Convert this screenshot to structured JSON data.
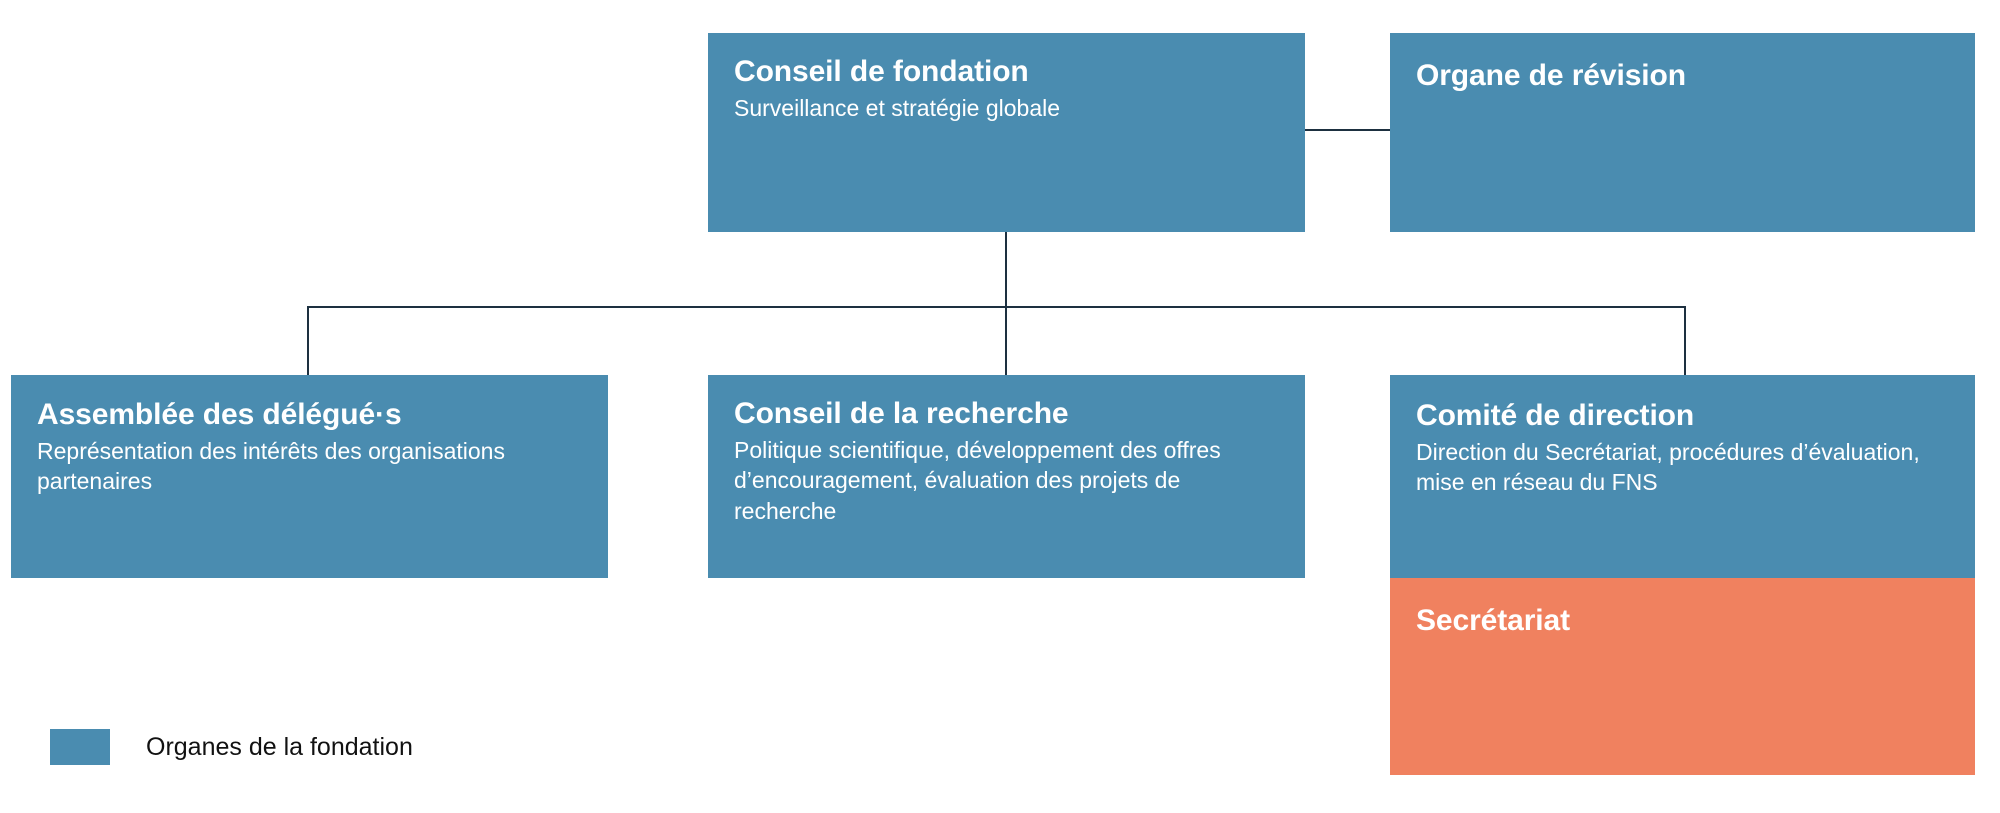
{
  "colors": {
    "foundation_organ": "#4a8cb0",
    "secretariat": "#f0815f",
    "connector_line": "#1d3040",
    "background": "#ffffff",
    "node_text": "#ffffff",
    "legend_text": "#111111"
  },
  "chart_data": {
    "type": "diagram",
    "subtype": "organizational-chart",
    "orientation": "top-down",
    "nodes": [
      {
        "id": "conseil-de-fondation",
        "title": "Conseil de fondation",
        "description": "Surveillance et stratégie globale",
        "category": "foundation_organ",
        "color": "#4a8cb0",
        "level": 1,
        "column": "center"
      },
      {
        "id": "organe-de-revision",
        "title": "Organe de révision",
        "description": "",
        "category": "foundation_organ",
        "color": "#4a8cb0",
        "level": 1,
        "column": "right"
      },
      {
        "id": "assemblee-des-delegues",
        "title": "Assemblée des délégué·s",
        "description": "Représentation des intérêts des organisations partenaires",
        "category": "foundation_organ",
        "color": "#4a8cb0",
        "level": 2,
        "column": "left"
      },
      {
        "id": "conseil-de-la-recherche",
        "title": "Conseil de la recherche",
        "description": "Politique scientifique, développement des offres d’encouragement, évaluation des projets de recherche",
        "category": "foundation_organ",
        "color": "#4a8cb0",
        "level": 2,
        "column": "center"
      },
      {
        "id": "comite-de-direction",
        "title": "Comité de direction",
        "description": "Direction du Secrétariat, procédures d’évaluation, mise en réseau du FNS",
        "category": "foundation_organ",
        "color": "#4a8cb0",
        "level": 2,
        "column": "right"
      },
      {
        "id": "secretariat",
        "title": "Secrétariat",
        "description": "",
        "category": "administration",
        "color": "#f0815f",
        "level": 3,
        "column": "right"
      }
    ],
    "edges": [
      {
        "from": "conseil-de-fondation",
        "to": "organe-de-revision",
        "style": "horizontal"
      },
      {
        "from": "conseil-de-fondation",
        "to": "assemblee-des-delegues",
        "style": "elbow"
      },
      {
        "from": "conseil-de-fondation",
        "to": "conseil-de-la-recherche",
        "style": "vertical"
      },
      {
        "from": "conseil-de-fondation",
        "to": "comite-de-direction",
        "style": "elbow"
      }
    ],
    "legend": [
      {
        "label": "Organes de la fondation",
        "color": "#4a8cb0"
      }
    ]
  },
  "nodes": {
    "conseil_fondation": {
      "title": "Conseil de fondation",
      "description": "Surveillance et stratégie globale"
    },
    "organe_revision": {
      "title": "Organe de révision"
    },
    "assemblee_delegues": {
      "title": "Assemblée des délégué·s",
      "description": "Représentation des intérêts des organisations partenaires"
    },
    "conseil_recherche": {
      "title": "Conseil de la recherche",
      "description": "Politique scientifique, développement des offres d’encouragement, évaluation des projets de recherche"
    },
    "comite_direction": {
      "title": "Comité de direction",
      "description": "Direction du Secrétariat, procédures d’évaluation, mise en réseau du FNS"
    },
    "secretariat": {
      "title": "Secrétariat"
    }
  },
  "legend": {
    "label": "Organes de la fondation"
  }
}
